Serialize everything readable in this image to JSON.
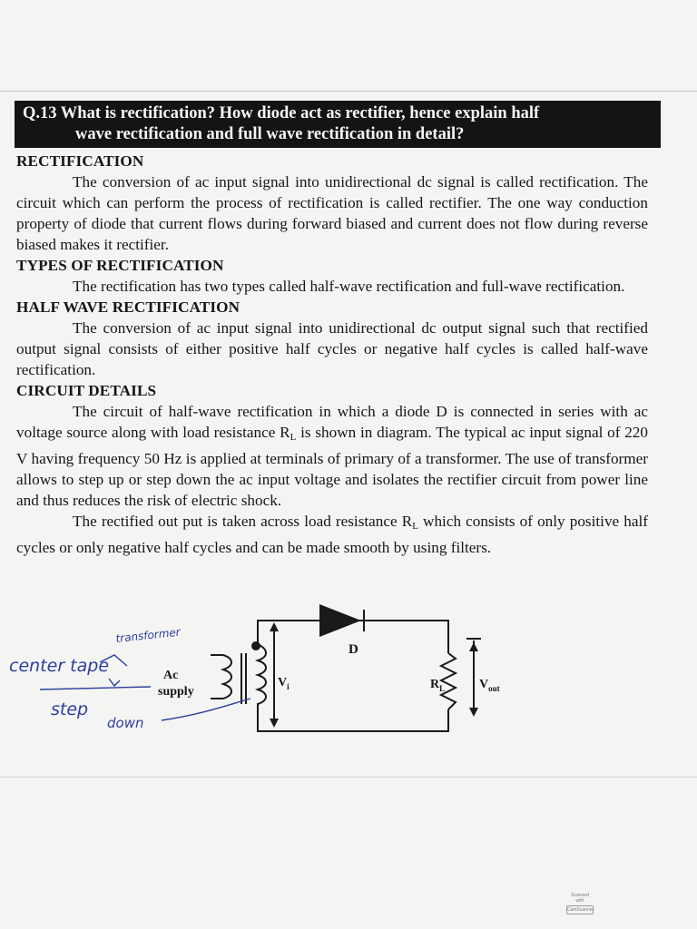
{
  "question": {
    "line1": "Q.13  What is rectification? How diode act as rectifier, hence explain half",
    "line2": "wave rectification and full wave rectification in detail?"
  },
  "sections": {
    "rectification_heading": "RECTIFICATION",
    "rectification_text": "The conversion of ac input signal into unidirectional dc signal is called rectification. The circuit which can perform the process of rectification is called rectifier. The one way conduction property of diode that current flows during forward biased and current does not flow during reverse biased makes it rectifier.",
    "types_heading": "TYPES OF RECTIFICATION",
    "types_text": "The rectification has two types called half-wave rectification and full-wave rectification.",
    "half_heading": "HALF WAVE RECTIFICATION",
    "half_text": "The conversion of ac input signal into unidirectional dc output signal such that rectified output signal consists of either positive half cycles or negative half cycles is called half-wave rectification.",
    "circuit_heading": "CIRCUIT DETAILS",
    "circuit_text_1a": "The circuit of half-wave rectification in which a diode D is connected in series with ac voltage source along with load resistance R",
    "circuit_text_1b": " is shown in diagram. The typical ac input signal of 220 V having frequency 50 Hz is applied at terminals of primary of a transformer.  The use of transformer allows to step up or step down the ac input voltage and isolates the rectifier circuit from power line and thus reduces the risk of electric shock.",
    "circuit_text_2a": "The rectified out put is taken across load resistance R",
    "circuit_text_2b": " which consists of only positive half cycles or only negative half cycles and can be made smooth by using filters.",
    "subscript_L": "L"
  },
  "diagram": {
    "diode_label": "D",
    "ac_label": "Ac",
    "supply_label": "supply",
    "vi_label": "V",
    "vi_sub": "i",
    "rl_label": "R",
    "rl_sub": "L",
    "vout_label": "V",
    "vout_sub": "out",
    "note_transformer": "transformer",
    "note_center_tape": "center tape",
    "note_step": "step",
    "note_down": "down"
  },
  "scanner": {
    "line1": "Scanned with",
    "line2": "CamScanner"
  }
}
